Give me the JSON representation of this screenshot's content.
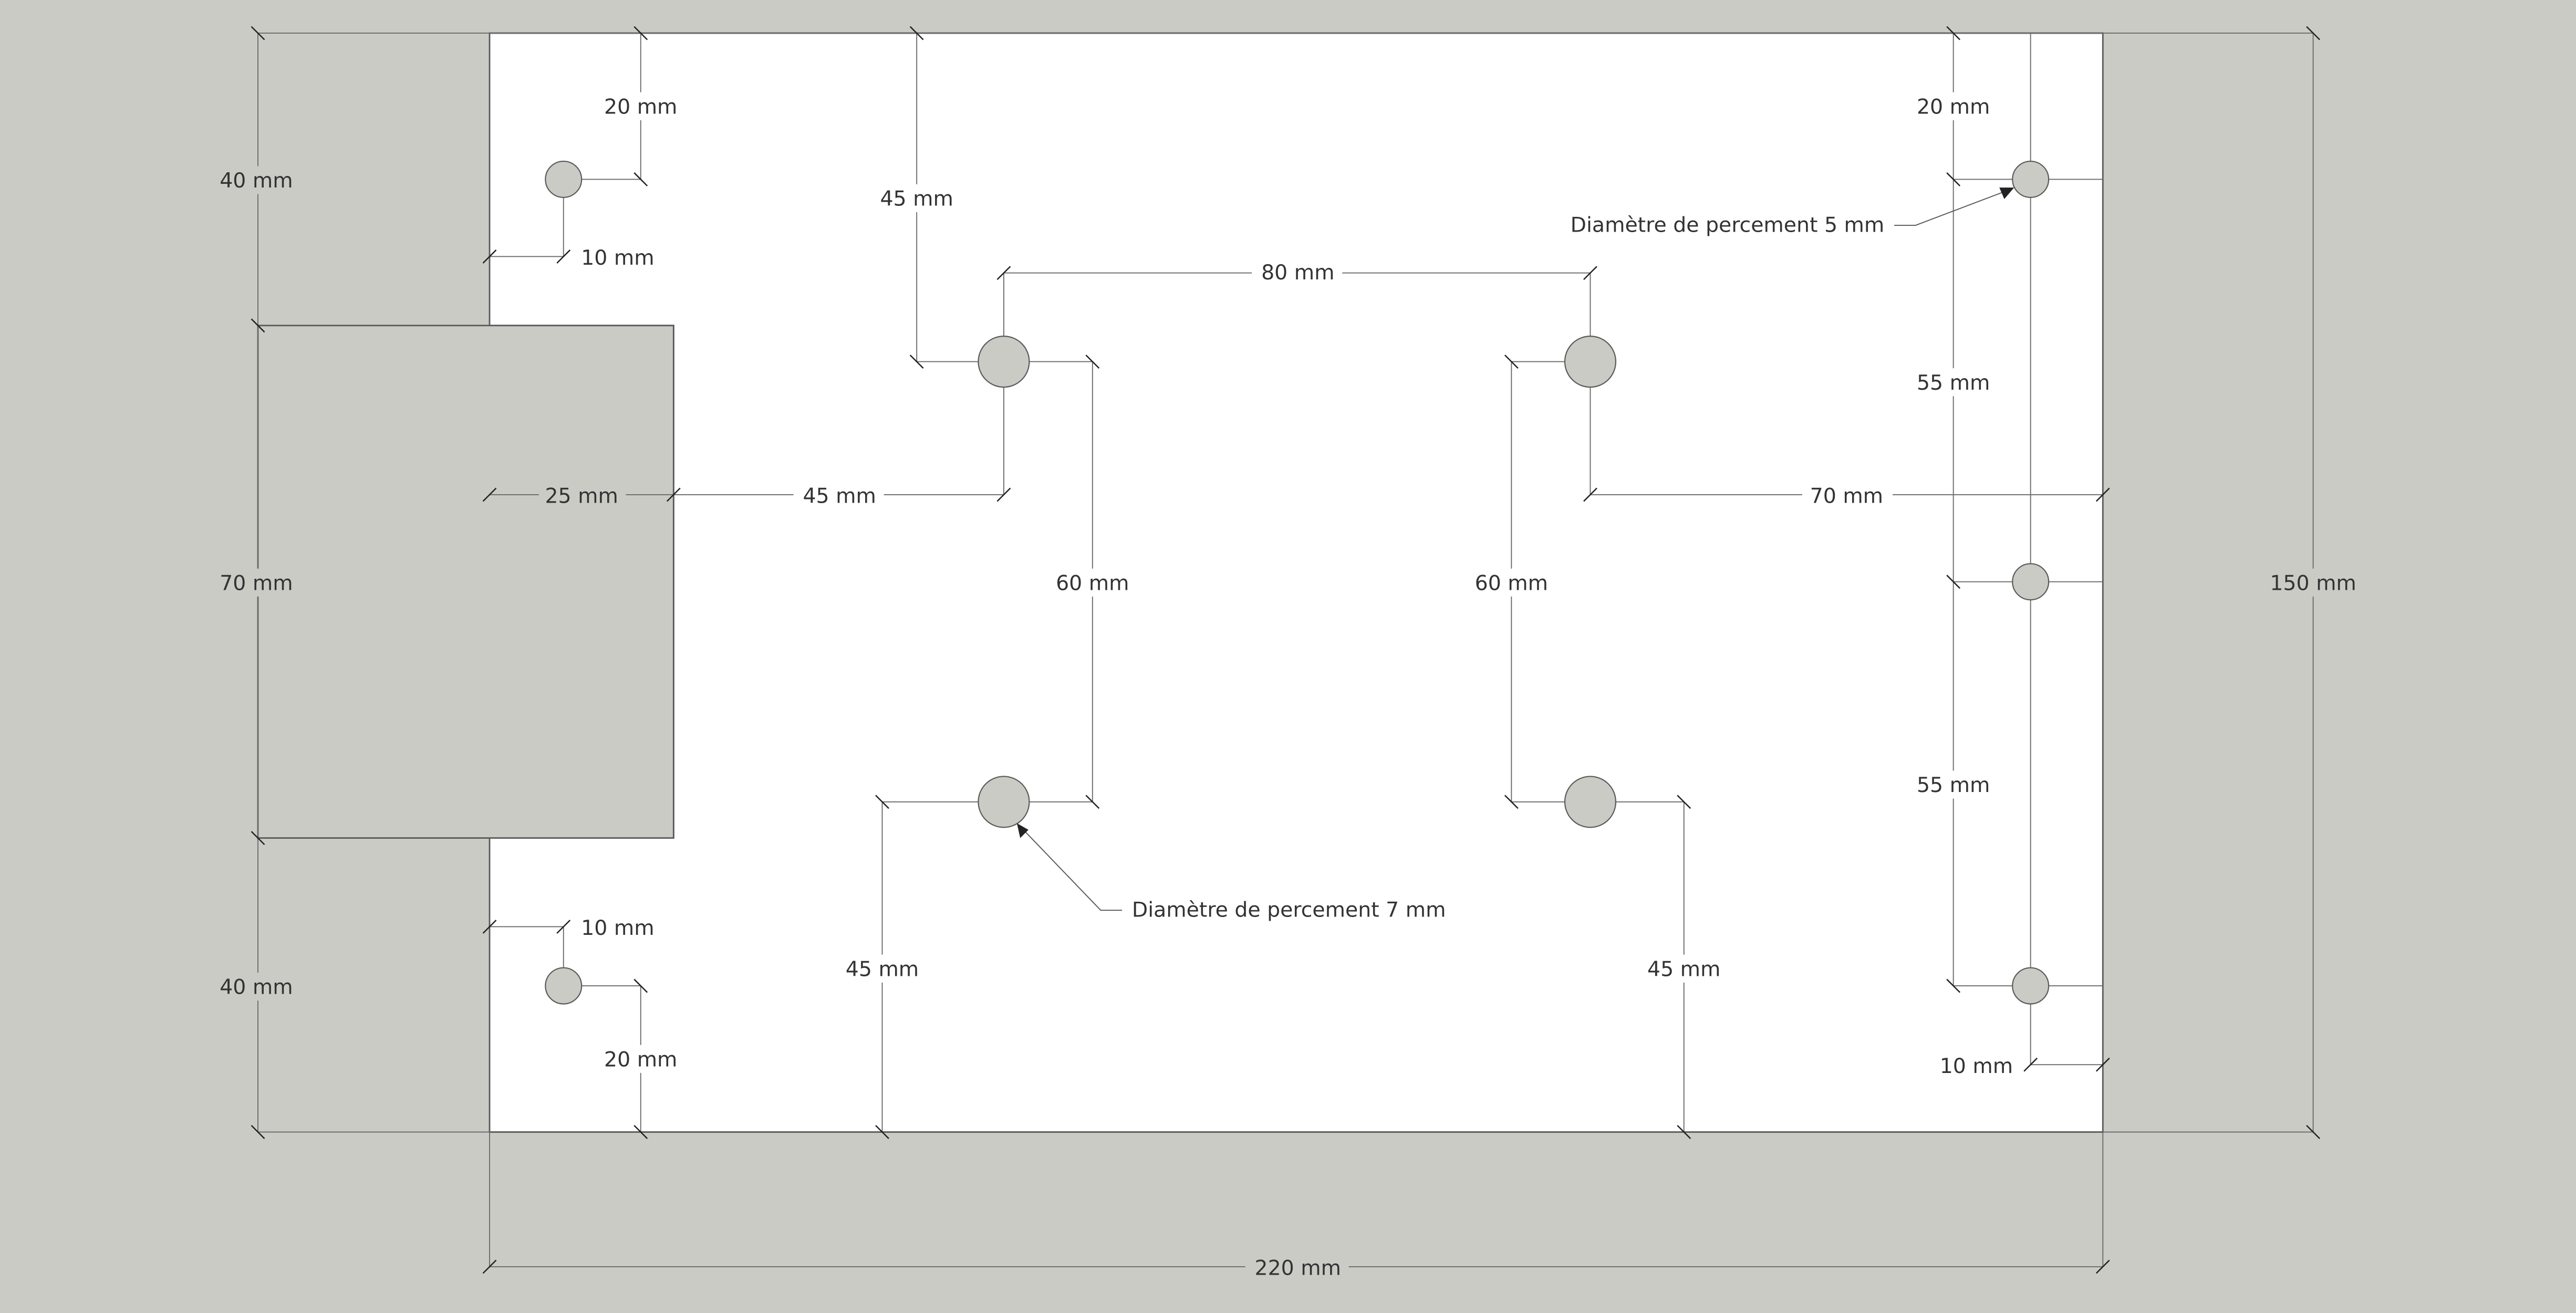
{
  "colors": {
    "background": "#cbcbc6",
    "plate": "#ffffff",
    "hole_fill": "#cbcbc6",
    "line": "#6a6a6a",
    "text": "#333333"
  },
  "dimensions": {
    "top_left_20": "20 mm",
    "left_40_top": "40 mm",
    "left_10_top": "10 mm",
    "h45_top": "45 mm",
    "h80": "80 mm",
    "left_25": "25 mm",
    "left_45": "45 mm",
    "right_70": "70 mm",
    "left_70": "70 mm",
    "v60_left": "60 mm",
    "v60_right": "60 mm",
    "left_10_bottom": "10 mm",
    "left_40_bottom": "40 mm",
    "bottom_left_20": "20 mm",
    "v45_left": "45 mm",
    "v45_right": "45 mm",
    "right_20": "20 mm",
    "right_55_top": "55 mm",
    "right_55_bottom": "55 mm",
    "right_10": "10 mm",
    "total_150": "150 mm",
    "total_220": "220 mm"
  },
  "annotations": {
    "hole_5mm": "Diamètre de percement 5 mm",
    "hole_7mm": "Diamètre de percement 7 mm"
  }
}
